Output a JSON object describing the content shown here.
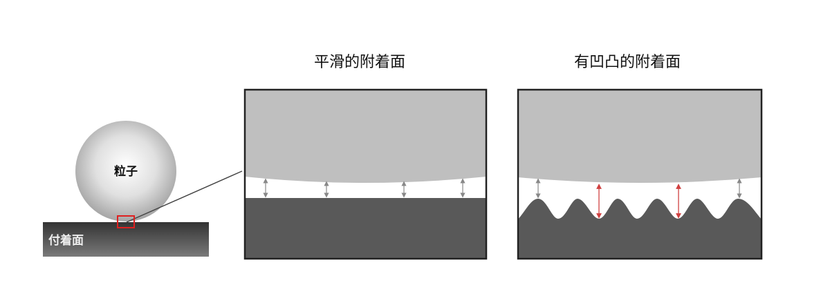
{
  "particle_label": "粒子",
  "surface_label": "付着面",
  "panels": [
    {
      "title": "平滑的附着面"
    },
    {
      "title": "有凹凸的附着面"
    }
  ],
  "colors": {
    "particle_edge": "#a8a8a8",
    "surface": "#4a4a4a",
    "panel_top": "#bfbfbf",
    "panel_bottom": "#595959",
    "highlight": "#e02020",
    "red_arrow": "#d04040",
    "gray_arrow": "#888888"
  }
}
